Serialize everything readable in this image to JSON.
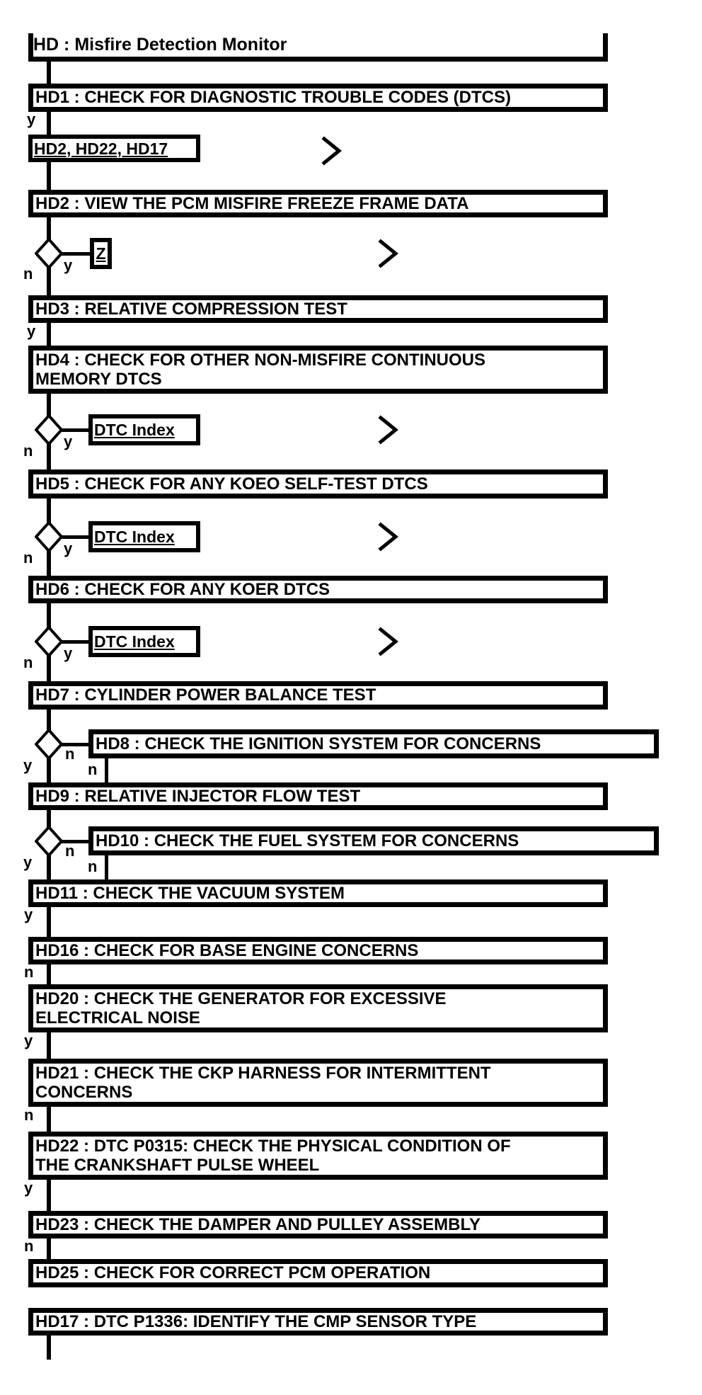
{
  "title": "HD : Misfire Detection Monitor",
  "labels": {
    "yes": "y",
    "no": "n"
  },
  "links": {
    "hd1_jump": "HD2, HD22, HD17",
    "z": "Z",
    "dtc_index": "DTC Index"
  },
  "nodes": {
    "hd1": "HD1 : CHECK FOR DIAGNOSTIC TROUBLE CODES (DTCS)",
    "hd2": "HD2 : VIEW THE PCM MISFIRE FREEZE FRAME DATA",
    "hd3": "HD3 : RELATIVE COMPRESSION TEST",
    "hd4": "HD4 : CHECK FOR OTHER NON-MISFIRE CONTINUOUS\nMEMORY DTCS",
    "hd5": "HD5 : CHECK FOR ANY KOEO SELF-TEST DTCS",
    "hd6": "HD6 : CHECK FOR ANY KOER DTCS",
    "hd7": "HD7 : CYLINDER POWER BALANCE TEST",
    "hd8": "HD8 : CHECK THE IGNITION SYSTEM FOR CONCERNS",
    "hd9": "HD9 : RELATIVE INJECTOR FLOW TEST",
    "hd10": "HD10 : CHECK THE FUEL SYSTEM FOR CONCERNS",
    "hd11": "HD11 : CHECK THE VACUUM SYSTEM",
    "hd16": "HD16 : CHECK FOR BASE ENGINE CONCERNS",
    "hd20": "HD20 : CHECK THE GENERATOR FOR EXCESSIVE\nELECTRICAL NOISE",
    "hd21": "HD21 : CHECK THE CKP HARNESS FOR INTERMITTENT\nCONCERNS",
    "hd22": "HD22 : DTC P0315: CHECK THE PHYSICAL CONDITION OF\nTHE CRANKSHAFT PULSE WHEEL",
    "hd23": "HD23 : CHECK THE DAMPER AND PULLEY ASSEMBLY",
    "hd25": "HD25 : CHECK FOR CORRECT PCM OPERATION",
    "hd17": "HD17 : DTC P1336: IDENTIFY THE CMP SENSOR TYPE"
  },
  "colors": {
    "ink": "#000000",
    "background": "#ffffff"
  }
}
